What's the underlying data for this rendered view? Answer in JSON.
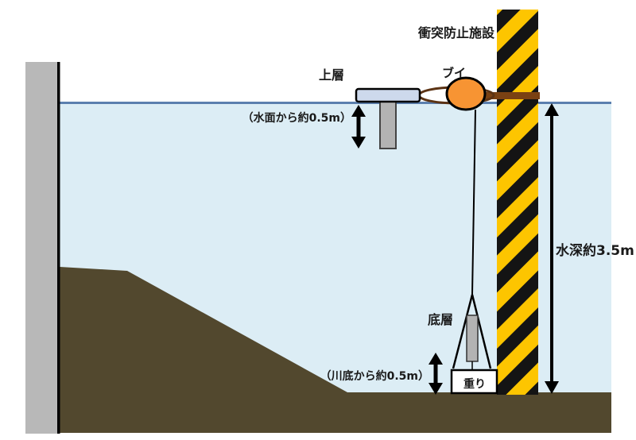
{
  "diagram": {
    "description": "river cross-section monitoring buoy diagram",
    "labels": {
      "collision_facility": "衝突防止施設",
      "buoy": "ブイ",
      "upper_layer": "上層",
      "surface_offset": "（水面から約0.5m）",
      "water_depth": "水深約3.5m",
      "bottom_layer": "底層",
      "bottom_offset": "（川底から約0.5m）",
      "weight": "重り"
    },
    "colors": {
      "water": "#dcedf5",
      "surface_line": "#5b7fae",
      "riverbed": "#52482e",
      "quay_wall": "#b8b8b8",
      "quay_edge": "#000000",
      "pole_yellow": "#fdc500",
      "pole_black": "#141414",
      "buoy_orange": "#f79433",
      "rope_brown": "#5c3314",
      "bar_brown": "#7a4113",
      "float_bar": "#cdd9ec",
      "sensor_gray": "#b3b3b3",
      "weight_box": "#ffffff",
      "arrow": "#000000"
    }
  }
}
